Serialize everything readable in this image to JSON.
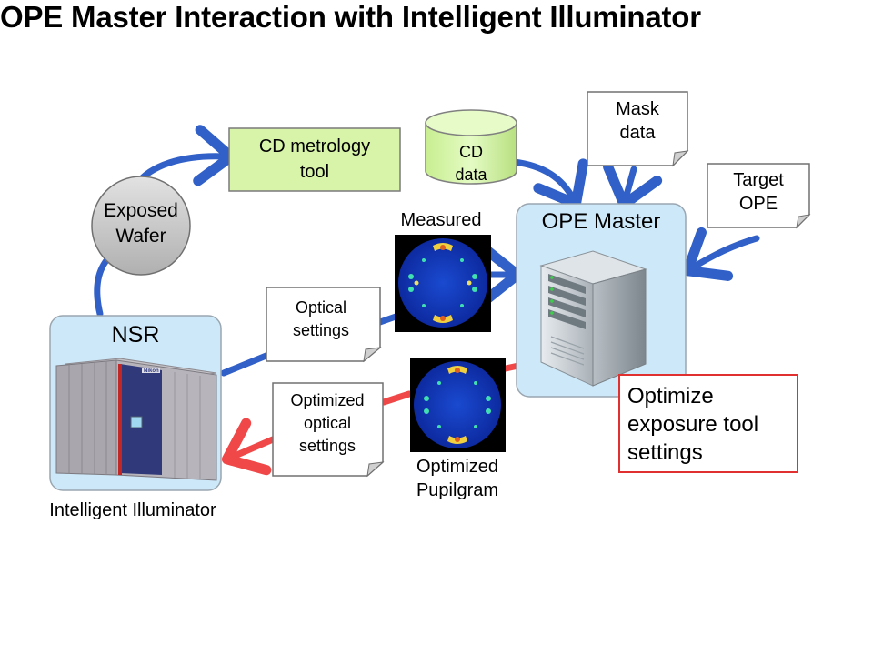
{
  "title": "OPE Master Interaction with Intelligent Illuminator",
  "nodes": {
    "cd_metrology": {
      "line1": "CD metrology",
      "line2": "tool"
    },
    "cd_data": {
      "line1": "CD",
      "line2": "data"
    },
    "mask_data": {
      "line1": "Mask",
      "line2": "data"
    },
    "target_ope": {
      "line1": "Target",
      "line2": "OPE"
    },
    "exposed_wafer": {
      "line1": "Exposed",
      "line2": "Wafer"
    },
    "ope_master": {
      "label": "OPE Master"
    },
    "nsr": {
      "label": "NSR",
      "caption": "Intelligent Illuminator",
      "brand": "Nikon"
    },
    "optical_settings": {
      "line1": "Optical",
      "line2": "settings"
    },
    "optimized_optical_settings": {
      "line1": "Optimized",
      "line2": "optical",
      "line3": "settings"
    },
    "measured": {
      "label": "Measured"
    },
    "optimized_pupilgram": {
      "line1": "Optimized",
      "line2": "Pupilgram"
    },
    "optimize_box": {
      "line1": "Optimize",
      "line2": "exposure tool",
      "line3": "settings"
    }
  },
  "colors": {
    "arrow_blue": "#3060c8",
    "arrow_red": "#f04848",
    "panel_fill": "#cde8f8",
    "green_fill": "#d8f4a8",
    "wafer_fill": "#c8c8c8",
    "optimize_border": "#e03030",
    "pupil_bg": "#1238b8"
  }
}
